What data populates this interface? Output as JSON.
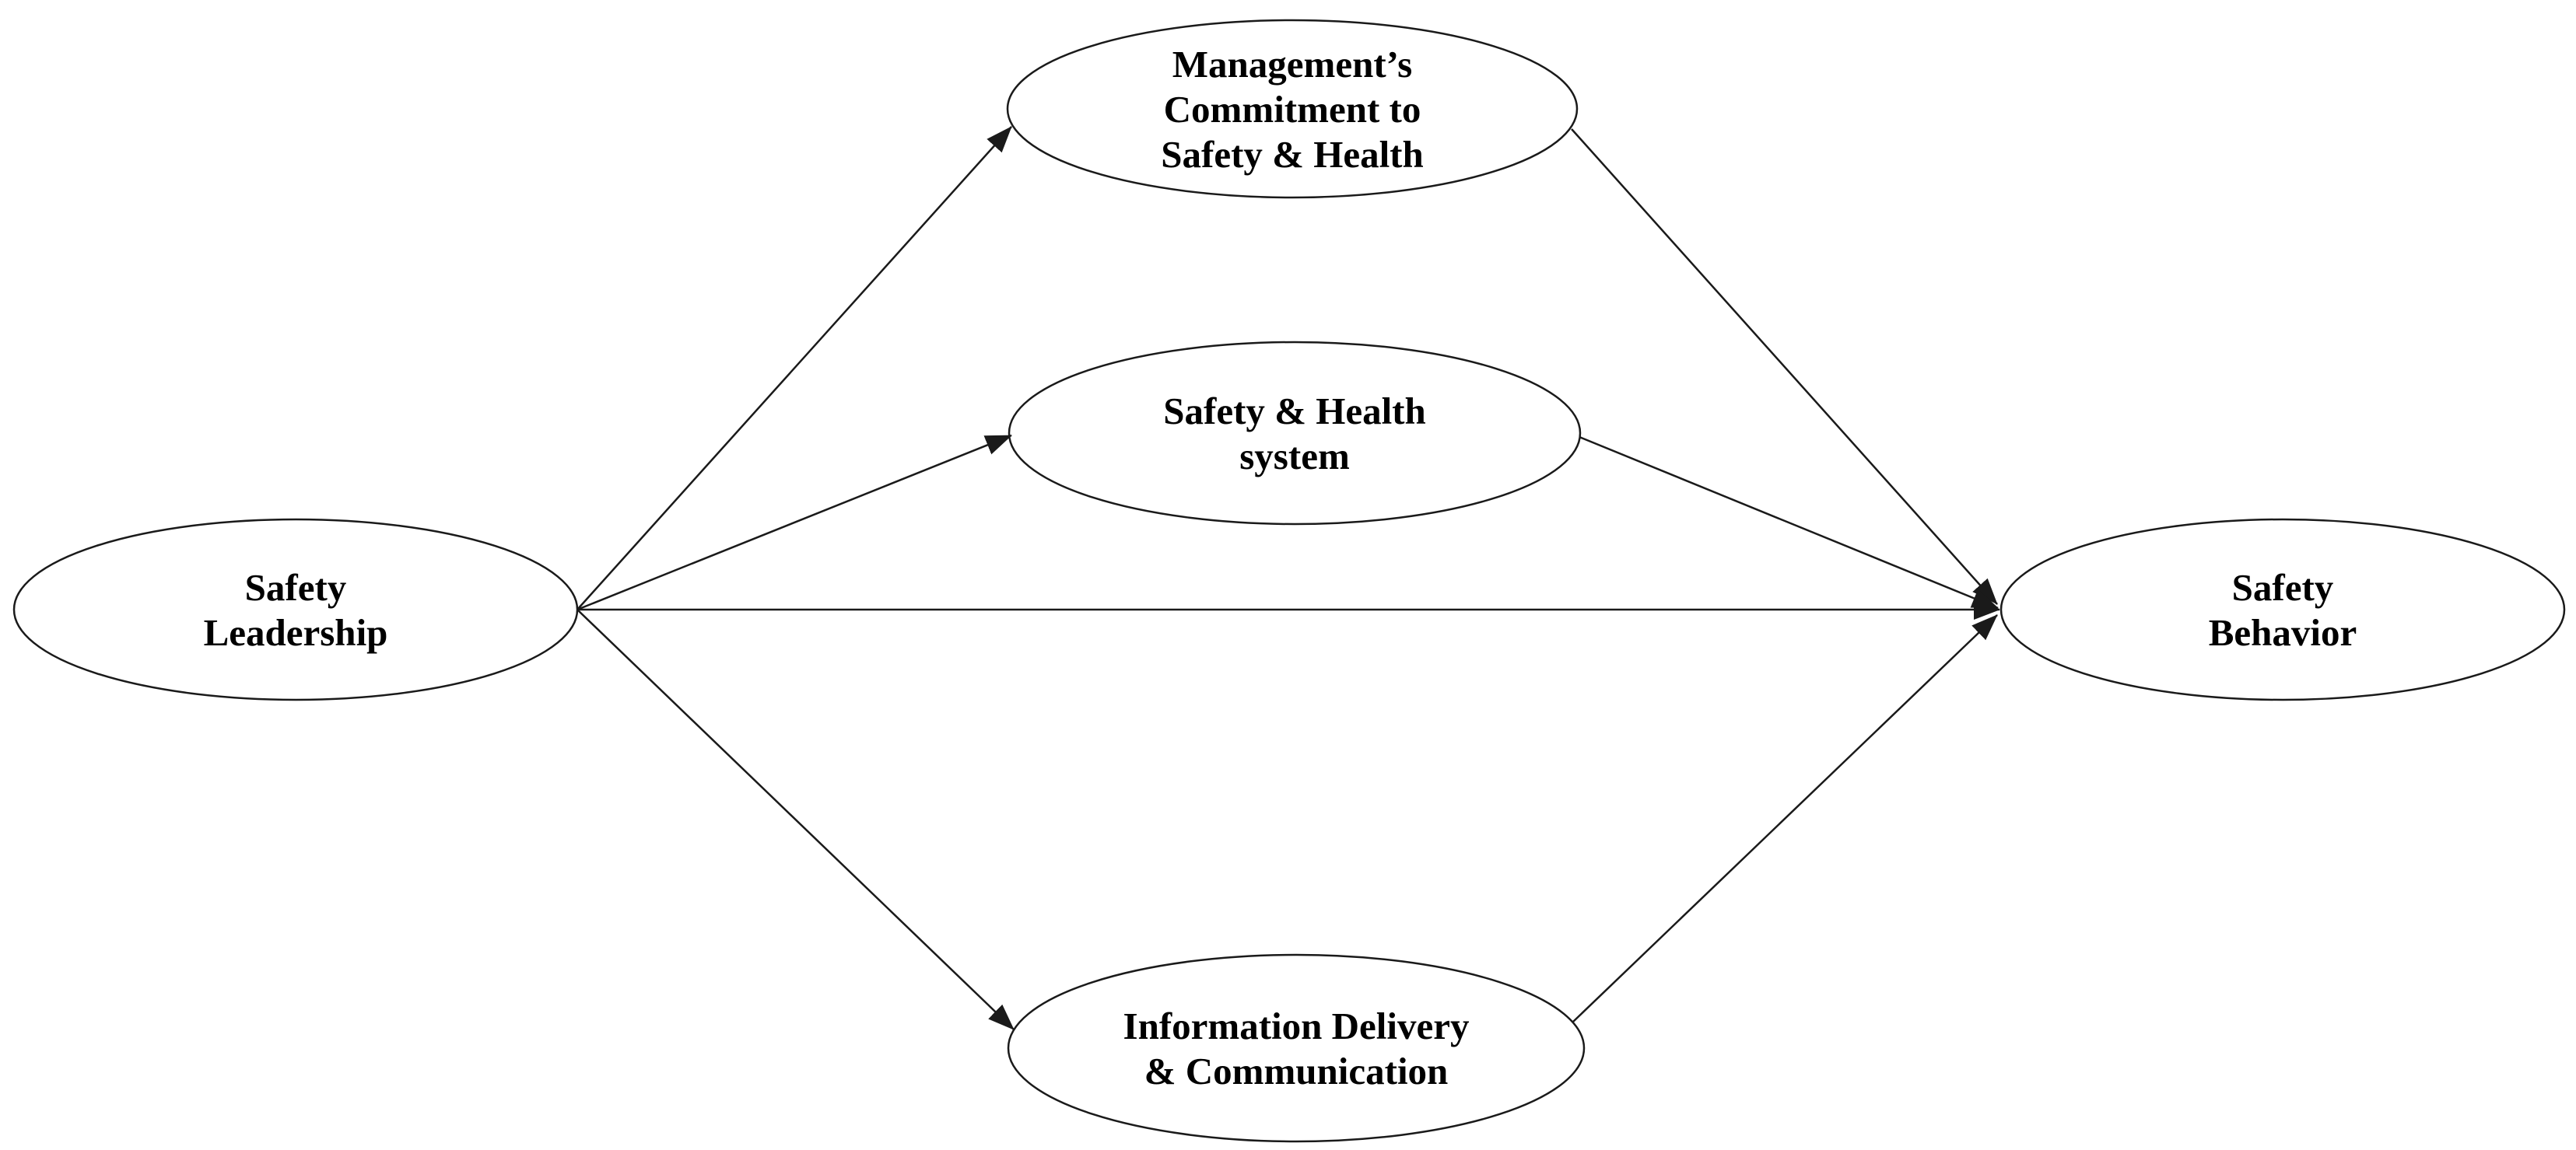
{
  "diagram": {
    "title": "Safety leadership path model",
    "type": "path-diagram",
    "colors": {
      "background": "#ffffff",
      "line": "#1a1a1a",
      "node_fill": "#ffffff",
      "text": "#000000"
    },
    "nodes": {
      "safety_leadership": {
        "lines": [
          "Safety",
          "Leadership"
        ]
      },
      "management_commitment": {
        "lines": [
          "Management’s",
          "Commitment to",
          "Safety & Health"
        ]
      },
      "safety_health_system": {
        "lines": [
          "Safety & Health",
          "system"
        ]
      },
      "information_delivery": {
        "lines": [
          "Information Delivery",
          "& Communication"
        ]
      },
      "safety_behavior": {
        "lines": [
          "Safety",
          "Behavior"
        ]
      }
    },
    "edges": [
      {
        "from": "safety_leadership",
        "to": "management_commitment"
      },
      {
        "from": "safety_leadership",
        "to": "safety_health_system"
      },
      {
        "from": "safety_leadership",
        "to": "safety_behavior"
      },
      {
        "from": "safety_leadership",
        "to": "information_delivery"
      },
      {
        "from": "management_commitment",
        "to": "safety_behavior"
      },
      {
        "from": "safety_health_system",
        "to": "safety_behavior"
      },
      {
        "from": "information_delivery",
        "to": "safety_behavior"
      }
    ]
  }
}
